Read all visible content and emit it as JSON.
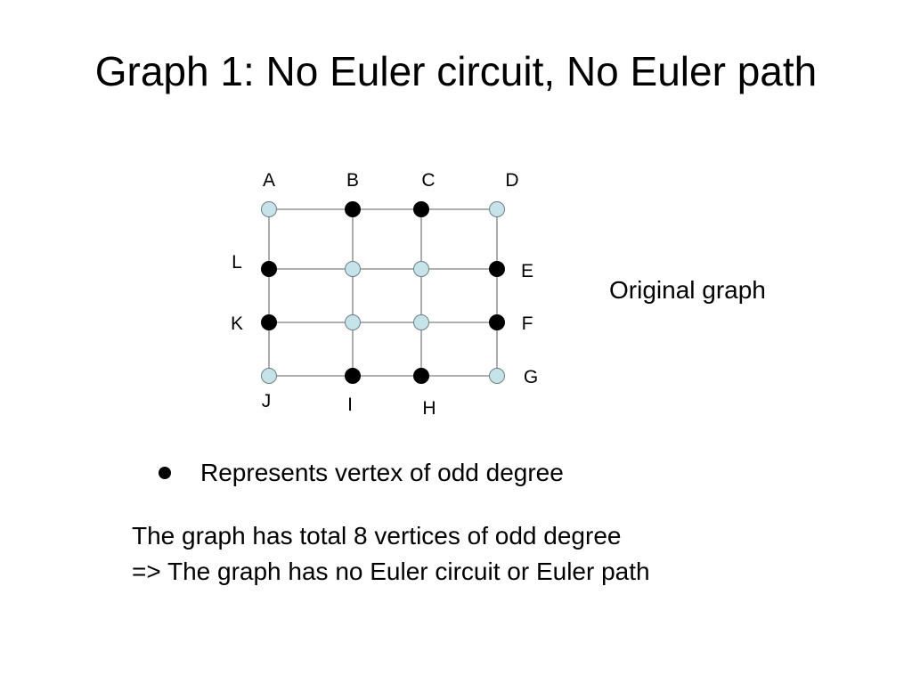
{
  "slide": {
    "title": "Graph 1: No Euler circuit, No Euler path",
    "side_label": "Original graph",
    "legend": {
      "icon": "filled-circle-icon",
      "text": "Represents vertex of odd degree"
    },
    "conclusion": {
      "line1": "The graph has total 8 vertices of odd degree",
      "line2": "=> The graph has no Euler circuit or Euler path"
    }
  },
  "graph": {
    "colors": {
      "odd_vertex": "#000000",
      "even_vertex": "#c5e3e8",
      "edge": "#808080"
    },
    "vertices": [
      {
        "label": "A",
        "row": 0,
        "col": 0,
        "odd": false
      },
      {
        "label": "B",
        "row": 0,
        "col": 1,
        "odd": true
      },
      {
        "label": "C",
        "row": 0,
        "col": 2,
        "odd": true
      },
      {
        "label": "D",
        "row": 0,
        "col": 3,
        "odd": false
      },
      {
        "label": "",
        "row": 1,
        "col": 1,
        "odd": false
      },
      {
        "label": "",
        "row": 1,
        "col": 2,
        "odd": false
      },
      {
        "label": "E",
        "row": 1,
        "col": 3,
        "odd": true
      },
      {
        "label": "",
        "row": 2,
        "col": 1,
        "odd": false
      },
      {
        "label": "",
        "row": 2,
        "col": 2,
        "odd": false
      },
      {
        "label": "F",
        "row": 2,
        "col": 3,
        "odd": true
      },
      {
        "label": "G",
        "row": 3,
        "col": 3,
        "odd": false
      },
      {
        "label": "H",
        "row": 3,
        "col": 2,
        "odd": true
      },
      {
        "label": "I",
        "row": 3,
        "col": 1,
        "odd": true
      },
      {
        "label": "J",
        "row": 3,
        "col": 0,
        "odd": false
      },
      {
        "label": "K",
        "row": 2,
        "col": 0,
        "odd": true
      },
      {
        "label": "L",
        "row": 1,
        "col": 0,
        "odd": true
      }
    ]
  }
}
